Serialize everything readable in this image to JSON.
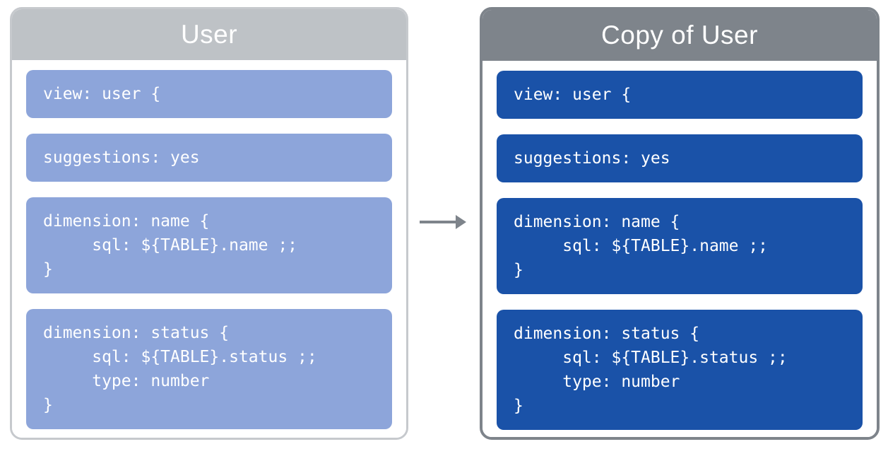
{
  "panels": [
    {
      "id": "user",
      "title": "User",
      "blocks": [
        {
          "lines": [
            "view: user {"
          ]
        },
        {
          "lines": [
            "suggestions: yes"
          ]
        },
        {
          "lines": [
            "dimension: name {",
            "     sql: ${TABLE}.name ;;",
            "}"
          ]
        },
        {
          "lines": [
            "dimension: status {",
            "     sql: ${TABLE}.status ;;",
            "     type: number",
            "}"
          ]
        }
      ]
    },
    {
      "id": "copy-of-user",
      "title": "Copy of User",
      "blocks": [
        {
          "lines": [
            "view: user {"
          ]
        },
        {
          "lines": [
            "suggestions: yes"
          ]
        },
        {
          "lines": [
            "dimension: name {",
            "     sql: ${TABLE}.name ;;",
            "}"
          ]
        },
        {
          "lines": [
            "dimension: status {",
            "     sql: ${TABLE}.status ;;",
            "     type: number",
            "}"
          ]
        }
      ]
    }
  ],
  "arrow": {
    "direction": "right",
    "icon": "arrow-right-icon"
  },
  "theme": {
    "left-header-bg": "#bec2c6",
    "left-panel-border": "#c6c9cd",
    "left-block-bg": "#8da5da",
    "right-header-bg": "#7e848b",
    "right-panel-border": "#7e848b",
    "right-block-bg": "#1a52a8",
    "arrow-color": "#7e848b",
    "title-text-color": "#ffffff",
    "code-text-color": "#ffffff"
  }
}
